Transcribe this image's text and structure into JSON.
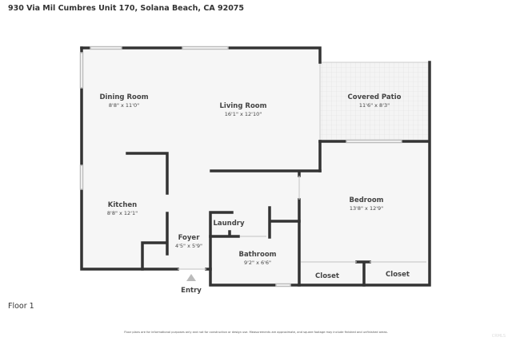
{
  "address": "930 Via Mil Cumbres Unit 170, Solana Beach, CA 92075",
  "floor_label": "Floor 1",
  "disclaimer": "Floor plans are for informational purposes only and not for construction or design use. Measurements are approximate, and square footage may include finished and unfinished areas.",
  "watermark": "CRMLS",
  "entry_label": "Entry",
  "rooms": [
    {
      "name": "Dining Room",
      "dims": "8'8\" x 11'0\""
    },
    {
      "name": "Living Room",
      "dims": "16'1\" x 12'10\""
    },
    {
      "name": "Covered Patio",
      "dims": "11'6\" x 8'3\""
    },
    {
      "name": "Kitchen",
      "dims": "8'8\" x 12'1\""
    },
    {
      "name": "Bedroom",
      "dims": "13'8\" x 12'9\""
    },
    {
      "name": "Laundry",
      "dims": ""
    },
    {
      "name": "Foyer",
      "dims": "4'5\" x 5'9\""
    },
    {
      "name": "Bathroom",
      "dims": "9'2\" x 6'6\""
    },
    {
      "name": "Closet",
      "dims": ""
    },
    {
      "name": "Closet",
      "dims": ""
    }
  ],
  "colors": {
    "wall": "#333333",
    "floor": "#f6f6f6",
    "patio": "#e8e8e8"
  }
}
